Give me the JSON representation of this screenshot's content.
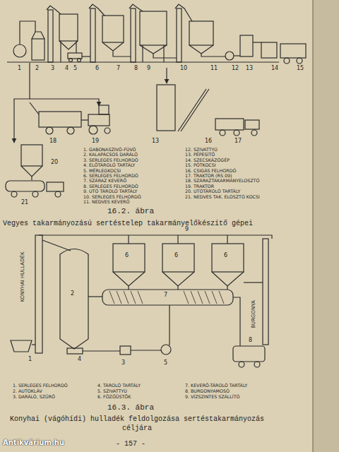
{
  "diagram": {
    "labels": [
      "1",
      "2",
      "3",
      "4",
      "5",
      "6",
      "7",
      "8",
      "9",
      "10",
      "11",
      "12",
      "13",
      "14",
      "15",
      "18",
      "19",
      "13",
      "16",
      "17",
      "20",
      "21",
      "1. GABONASZIVÓ-FÚVÓ",
      "2. KALAPÁCSOS DARÁLÓ",
      "3. SERLEGES FELHORDÓ",
      "4. ELŐTÁROLÓ TARTÁLY",
      "5. MÉRLEGKOCSI",
      "6. SERLEGES FELHORDÓ",
      "7. SZÁRAZ KEVERŐ",
      "8. SERLEGES FELHORDÓ",
      "9. UTÓ TÁROLÓ TARTÁLY",
      "10. SERLEGES FELHORDÓ",
      "11. NEDVES KEVERŐ",
      "12. SZIVATTYÚ",
      "13. PÉPESÍTŐ",
      "14. SZECSKÁZÓGÉP",
      "15. PÓTKOCSI",
      "16. CSIGÁS FELHORDÓ",
      "17. TRAKTOR (RS 09)",
      "18. SZÁRAZTAKARMÁNYELOSZTÓ",
      "19. TRAKTOR",
      "20. UTÓTÁROLÓ TARTÁLY",
      "21. NEDVES TAK. ELOSZTÓ KOCSI",
      "16.2. ábra",
      "Vegyes takarmányozású sertéstelep takarmányelőkészítő gépei",
      "9",
      "6",
      "6",
      "6",
      "7",
      "2",
      "KONYHAI HULLADÉK",
      "BURGONYA",
      "8",
      "1",
      "4",
      "3",
      "5",
      "1. SERLEGES FELHORDÓ",
      "2. AUTOKLÁV",
      "3. DARÁLÓ, SZŰRŐ",
      "4. TÁROLÓ TARTÁLY",
      "5. SZIVATTYÚ",
      "6. FŐZŐÜSTÖK",
      "7. KEVERŐ-TÁROLÓ TARTÁLY",
      "8. BURGONYAMOSÓ",
      "9. VÍZSZINTES SZÁLLÍTÓ",
      "16.3. ábra",
      "Konyhai (vágóhídi) hulladék feldolgozása sertéstakarmányozás céljára",
      "- 157 -",
      "Antikvárium.hu"
    ]
  }
}
